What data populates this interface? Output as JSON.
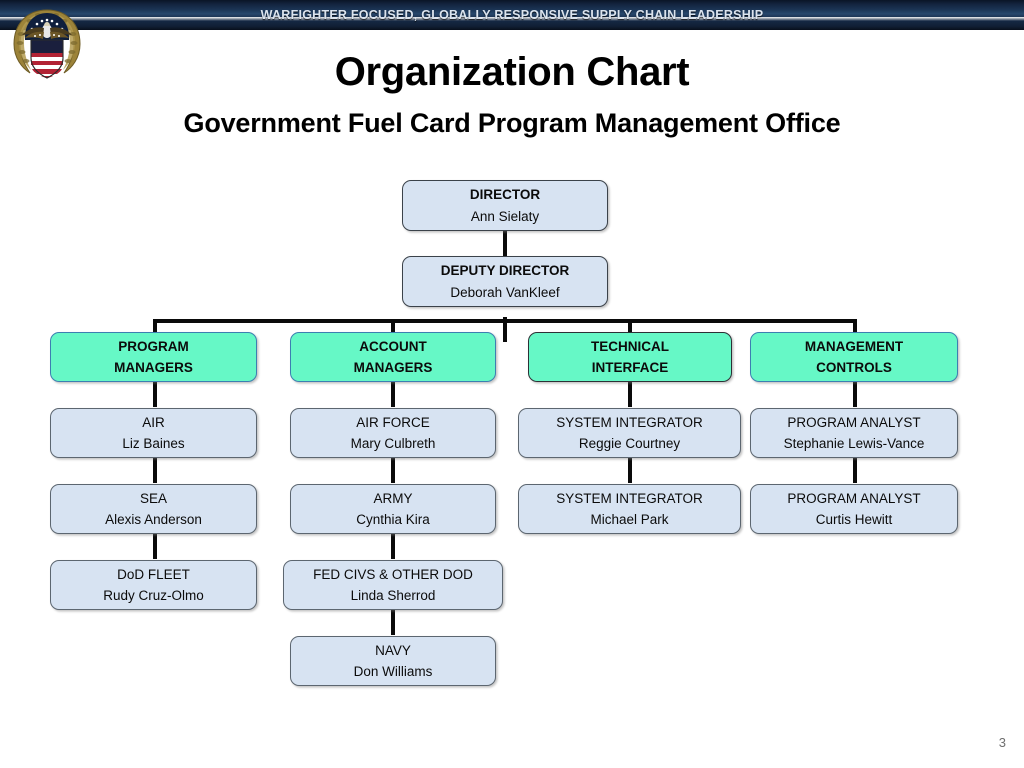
{
  "banner": {
    "text": "WARFIGHTER FOCUSED, GLOBALLY RESPONSIVE SUPPLY CHAIN LEADERSHIP",
    "background_color": "#16294a",
    "text_color": "#dbe4ef"
  },
  "logo": {
    "name": "dla-seal",
    "description": "Defense Logistics Agency seal"
  },
  "title": {
    "main": "Organization Chart",
    "sub": "Government Fuel Card Program Management Office"
  },
  "colors": {
    "node_blue_fill": "#d7e3f2",
    "node_green_fill": "#66f8c6",
    "node_border_gray": "#5c6670",
    "node_border_blue": "#3c7fb1",
    "connector": "#0a0a0a"
  },
  "chart_data": {
    "type": "diagram",
    "title": "Organization Chart",
    "subtitle": "Government Fuel Card Program Management Office",
    "top": [
      {
        "role": "DIRECTOR",
        "person": "Ann Sielaty"
      },
      {
        "role": "DEPUTY DIRECTOR",
        "person": "Deborah VanKleef"
      }
    ],
    "columns": [
      {
        "header": {
          "line1": "PROGRAM",
          "line2": "MANAGERS"
        },
        "members": [
          {
            "role": "AIR",
            "person": "Liz Baines"
          },
          {
            "role": "SEA",
            "person": "Alexis Anderson"
          },
          {
            "role": "DoD FLEET",
            "person": "Rudy Cruz-Olmo"
          }
        ]
      },
      {
        "header": {
          "line1": "ACCOUNT",
          "line2": "MANAGERS"
        },
        "members": [
          {
            "role": "AIR FORCE",
            "person": "Mary Culbreth"
          },
          {
            "role": "ARMY",
            "person": "Cynthia Kira"
          },
          {
            "role": "FED CIVS & OTHER DOD",
            "person": "Linda Sherrod"
          },
          {
            "role": "NAVY",
            "person": "Don Williams"
          }
        ]
      },
      {
        "header": {
          "line1": "TECHNICAL",
          "line2": "INTERFACE"
        },
        "members": [
          {
            "role": "SYSTEM INTEGRATOR",
            "person": "Reggie Courtney"
          },
          {
            "role": "SYSTEM INTEGRATOR",
            "person": "Michael Park"
          }
        ]
      },
      {
        "header": {
          "line1": "MANAGEMENT",
          "line2": "CONTROLS"
        },
        "members": [
          {
            "role": "PROGRAM ANALYST",
            "person": "Stephanie Lewis-Vance"
          },
          {
            "role": "PROGRAM ANALYST",
            "person": "Curtis Hewitt"
          }
        ]
      }
    ]
  },
  "footer": {
    "page_number": "3"
  }
}
